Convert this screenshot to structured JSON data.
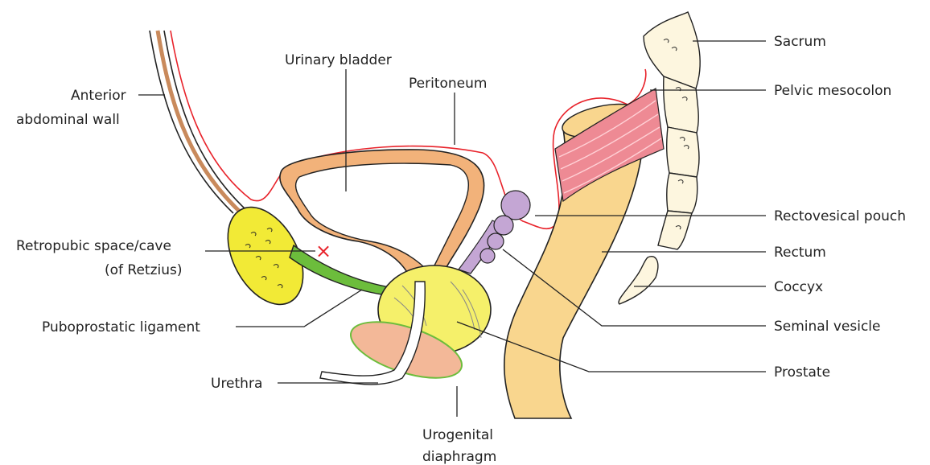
{
  "labels": {
    "anterior_abdominal_wall_1": "Anterior",
    "anterior_abdominal_wall_2": "abdominal wall",
    "urinary_bladder": "Urinary bladder",
    "peritoneum": "Peritoneum",
    "retropubic_space_1": "Retropubic space/cave",
    "retropubic_space_2": "(of Retzius)",
    "puboprostatic_ligament": "Puboprostatic ligament",
    "urethra": "Urethra",
    "urogenital_diaphragm_1": "Urogenital",
    "urogenital_diaphragm_2": "diaphragm",
    "sacrum": "Sacrum",
    "pelvic_mesocolon": "Pelvic mesocolon",
    "rectovesical_pouch": "Rectovesical pouch",
    "rectum": "Rectum",
    "coccyx": "Coccyx",
    "seminal_vesicle": "Seminal vesicle",
    "prostate": "Prostate"
  },
  "colors": {
    "bladder_wall": "#f2b27a",
    "pubis": "#f2ea36",
    "prostate": "#f5f06a",
    "ligament": "#6cbd3c",
    "urogenital_diaphragm": "#f3b898",
    "seminal_vesicle": "#c4a6d4",
    "rectum": "#f9d68e",
    "mesocolon": "#ee8a94",
    "peritoneum_line": "#e8222a",
    "bone": "#fdf6df",
    "marker": "#e8222a"
  },
  "marker_symbol": "×"
}
